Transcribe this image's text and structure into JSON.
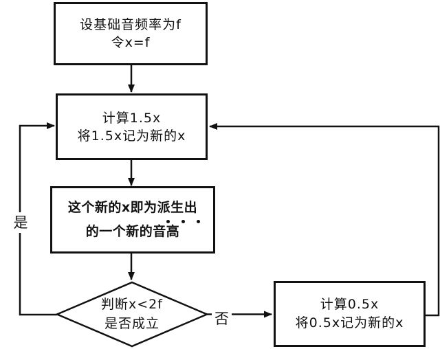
{
  "flowchart": {
    "background": "#ffffff",
    "line_color": "#111111",
    "nodes": {
      "start": {
        "line1": "设基础音频率为f",
        "line2": "令x=f"
      },
      "multiply": {
        "line1": "计算1.5x",
        "line2": "将1.5x记为新的x"
      },
      "derived": {
        "line1": "这个新的x即为派生出",
        "line2": "的一个新的音高",
        "emphasis_under": "派生出"
      },
      "decision": {
        "line1": "判断x<2f",
        "line2": "是否成立"
      },
      "halve": {
        "line1": "计算0.5x",
        "line2": "将0.5x记为新的x"
      }
    },
    "edge_labels": {
      "yes": "是",
      "no": "否"
    }
  }
}
